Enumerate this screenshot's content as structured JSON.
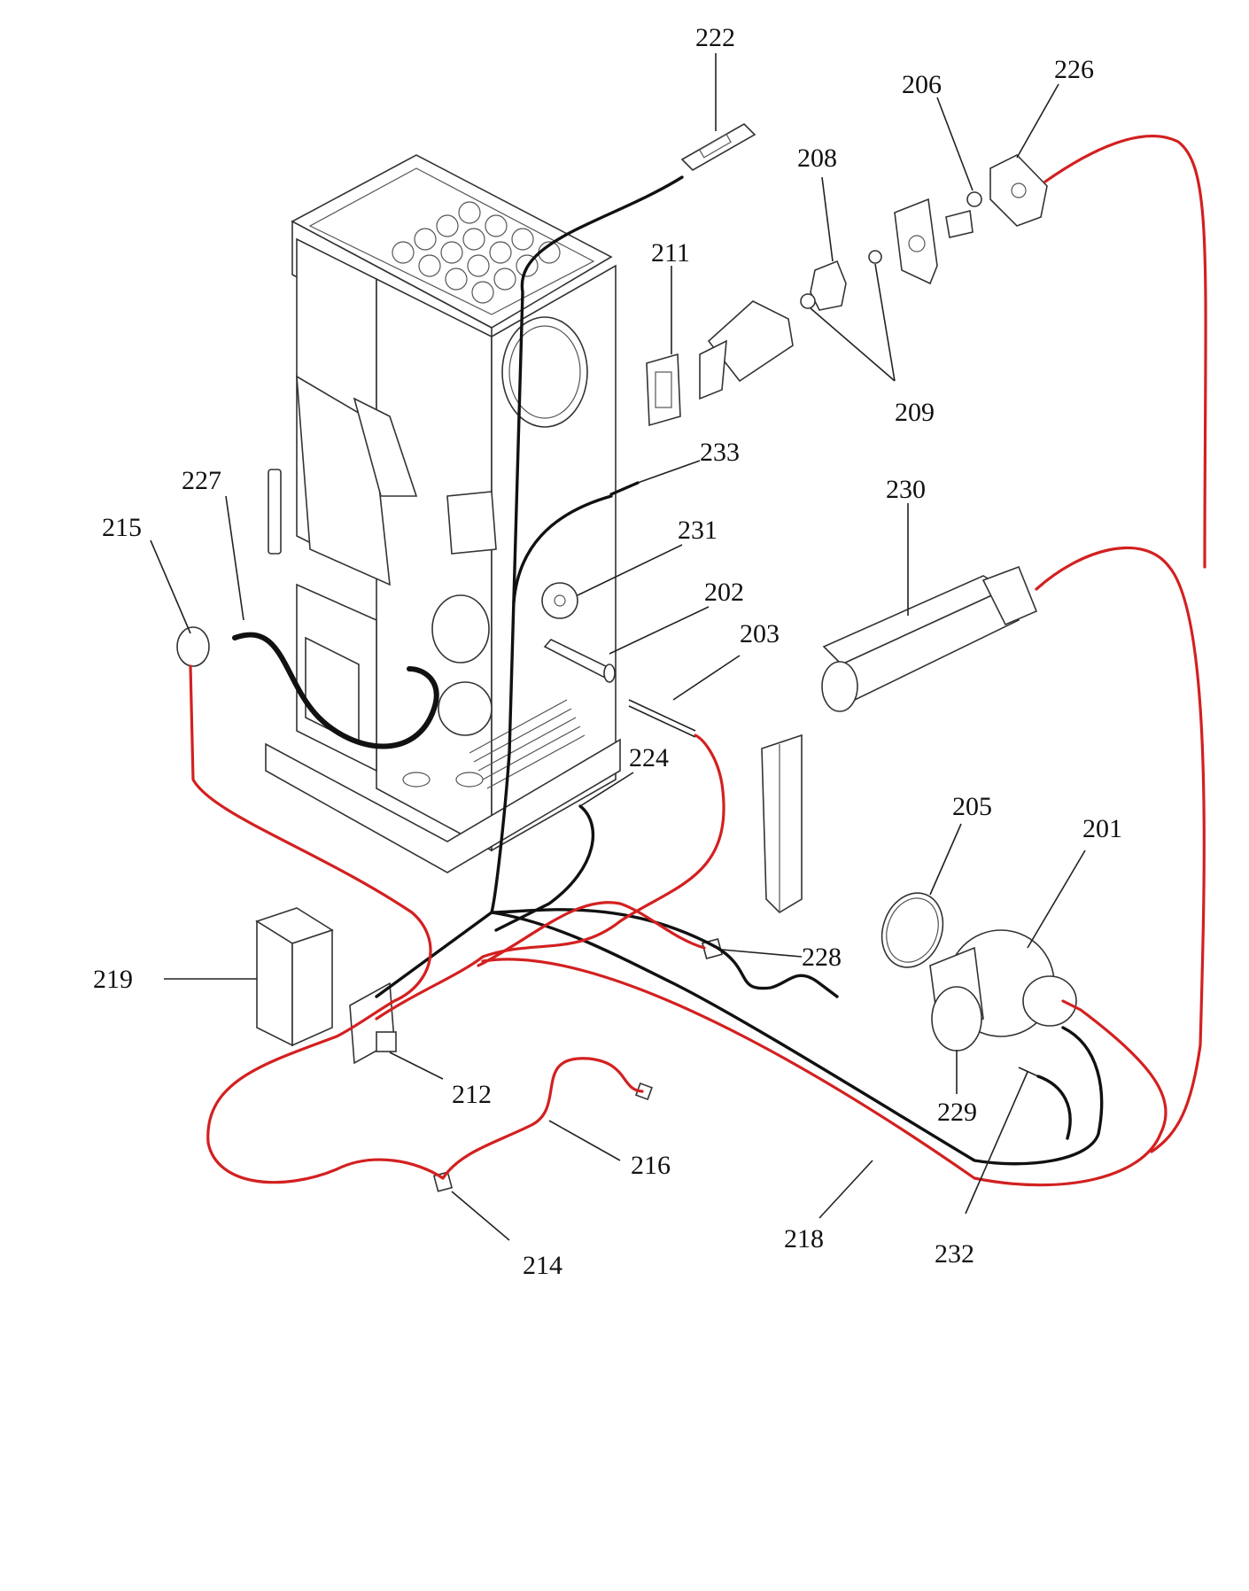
{
  "diagram": {
    "callouts": [
      {
        "id": "222",
        "text": "222"
      },
      {
        "id": "206",
        "text": "206"
      },
      {
        "id": "226",
        "text": "226"
      },
      {
        "id": "208",
        "text": "208"
      },
      {
        "id": "211",
        "text": "211"
      },
      {
        "id": "209",
        "text": "209"
      },
      {
        "id": "233",
        "text": "233"
      },
      {
        "id": "230",
        "text": "230"
      },
      {
        "id": "227",
        "text": "227"
      },
      {
        "id": "215",
        "text": "215"
      },
      {
        "id": "231",
        "text": "231"
      },
      {
        "id": "202",
        "text": "202"
      },
      {
        "id": "203",
        "text": "203"
      },
      {
        "id": "224",
        "text": "224"
      },
      {
        "id": "205",
        "text": "205"
      },
      {
        "id": "201",
        "text": "201"
      },
      {
        "id": "228",
        "text": "228"
      },
      {
        "id": "219",
        "text": "219"
      },
      {
        "id": "212",
        "text": "212"
      },
      {
        "id": "229",
        "text": "229"
      },
      {
        "id": "216",
        "text": "216"
      },
      {
        "id": "218",
        "text": "218"
      },
      {
        "id": "232",
        "text": "232"
      },
      {
        "id": "214",
        "text": "214"
      }
    ],
    "colors": {
      "red_wire": "#d32020",
      "black_wire": "#111111",
      "outline": "#333333"
    }
  }
}
